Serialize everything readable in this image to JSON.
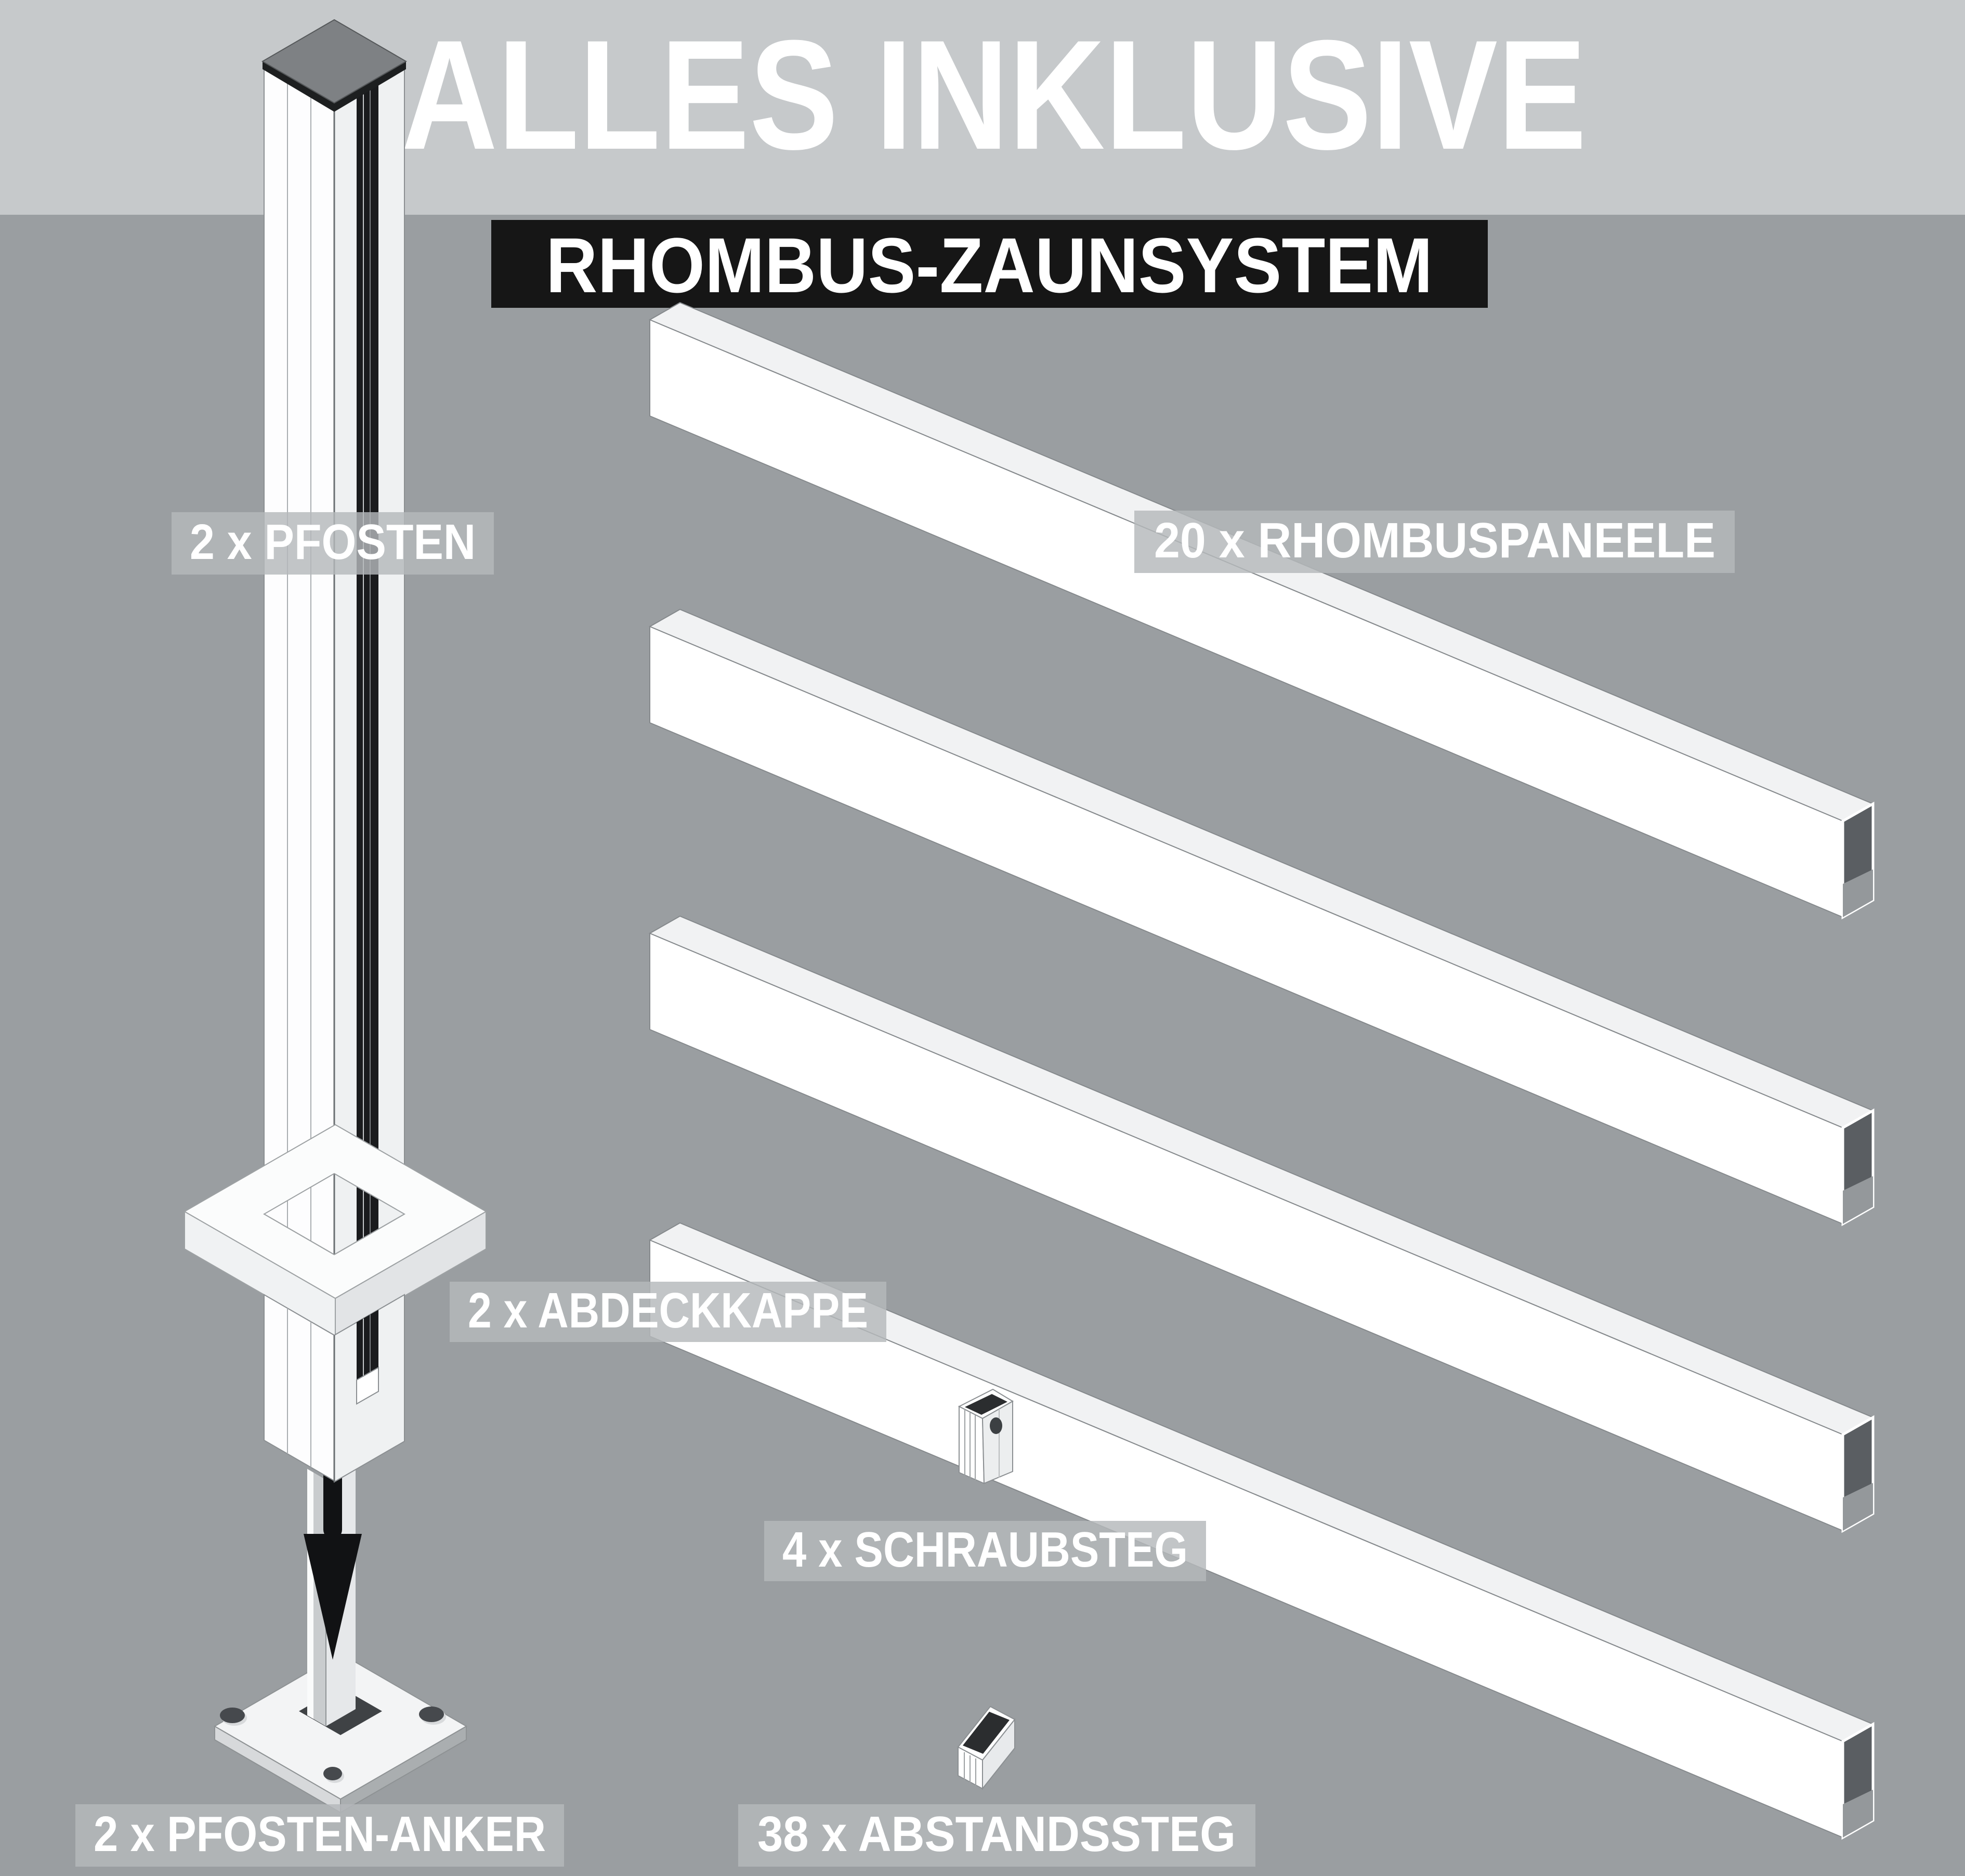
{
  "title": "ALLES INKLUSIVE",
  "banner": "RHOMBUS-ZAUNSYSTEM",
  "parts": [
    {
      "qty": "2",
      "name": "PFOSTEN",
      "label": "2 x PFOSTEN"
    },
    {
      "qty": "20",
      "name": "RHOMBUSPANEELE",
      "label": "20 x RHOMBUSPANEELE"
    },
    {
      "qty": "2",
      "name": "ABDECKKAPPE",
      "label": "2 x ABDECKKAPPE"
    },
    {
      "qty": "4",
      "name": "SCHRAUBSTEG",
      "label": "4 x SCHRAUBSTEG"
    },
    {
      "qty": "2",
      "name": "PFOSTEN-ANKER",
      "label": "2 x PFOSTEN-ANKER"
    },
    {
      "qty": "38",
      "name": "ABSTANDSSTEG",
      "label": "38 x ABSTANDSSTEG"
    }
  ],
  "colors": {
    "background": "#9a9ea1",
    "top_band": "#c6c9cb",
    "banner_bg": "#161616",
    "label_bg": "#b5b8bb",
    "text": "#ffffff",
    "panel_white": "#ffffff",
    "panel_top": "#f1f2f3",
    "cap_dark": "#5a5e62",
    "groove_black": "#1a1b1d"
  }
}
